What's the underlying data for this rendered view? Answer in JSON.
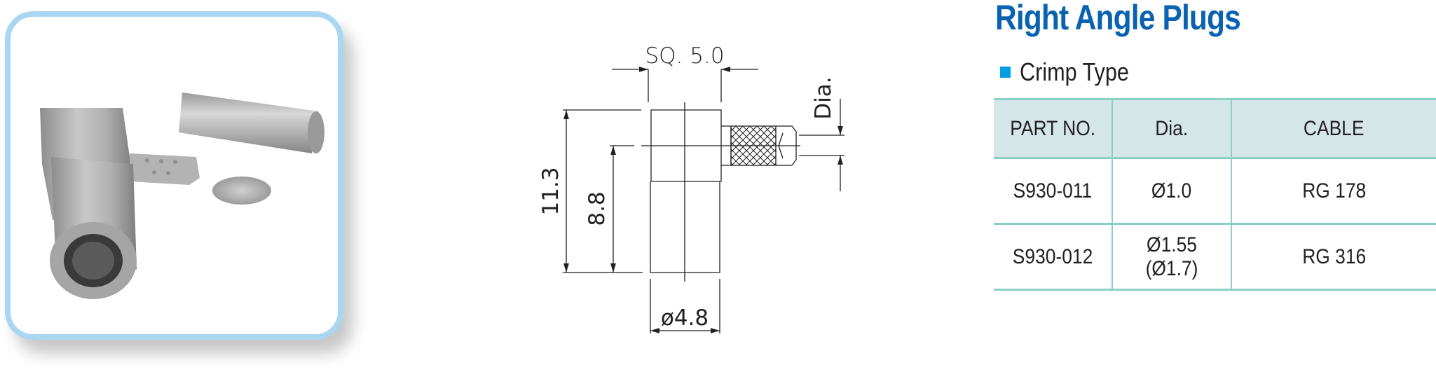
{
  "title": "Right Angle Plugs",
  "subtitle": "Crimp Type",
  "colors": {
    "title": "#0a63b0",
    "bullet": "#009fe3",
    "table_header_bg": "#d5e6e8",
    "table_lines": "#8ccfc6",
    "photo_border": "#a9d6f0"
  },
  "drawing": {
    "width_label": "SQ. 5.0",
    "height_label": "11.3",
    "center_height_label": "8.8",
    "diameter_label": "ø4.8",
    "cable_dia_label": "Dia."
  },
  "table": {
    "headers": [
      "PART NO.",
      "Dia.",
      "CABLE"
    ],
    "rows": [
      [
        "S930-011",
        "Ø1.0",
        "RG 178"
      ],
      [
        "S930-012",
        "Ø1.55 (Ø1.7)",
        "RG 316"
      ]
    ]
  }
}
